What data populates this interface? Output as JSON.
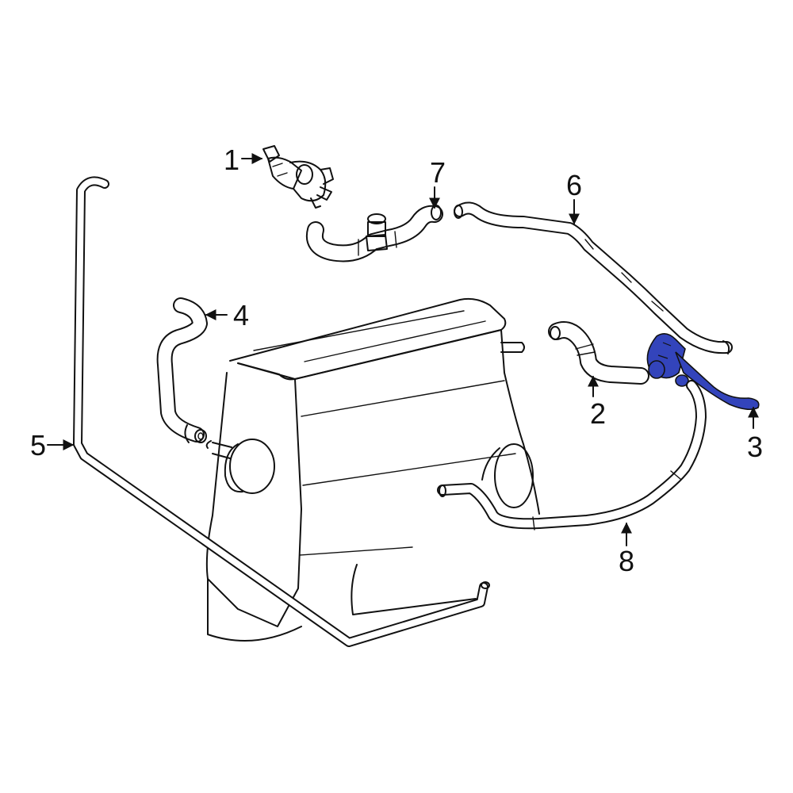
{
  "diagram": {
    "highlight_color": "#3344bb",
    "line_color": "#111111",
    "callouts": [
      {
        "id": "1",
        "label": "1"
      },
      {
        "id": "2",
        "label": "2"
      },
      {
        "id": "3",
        "label": "3"
      },
      {
        "id": "4",
        "label": "4"
      },
      {
        "id": "5",
        "label": "5"
      },
      {
        "id": "6",
        "label": "6"
      },
      {
        "id": "7",
        "label": "7"
      },
      {
        "id": "8",
        "label": "8"
      }
    ]
  }
}
